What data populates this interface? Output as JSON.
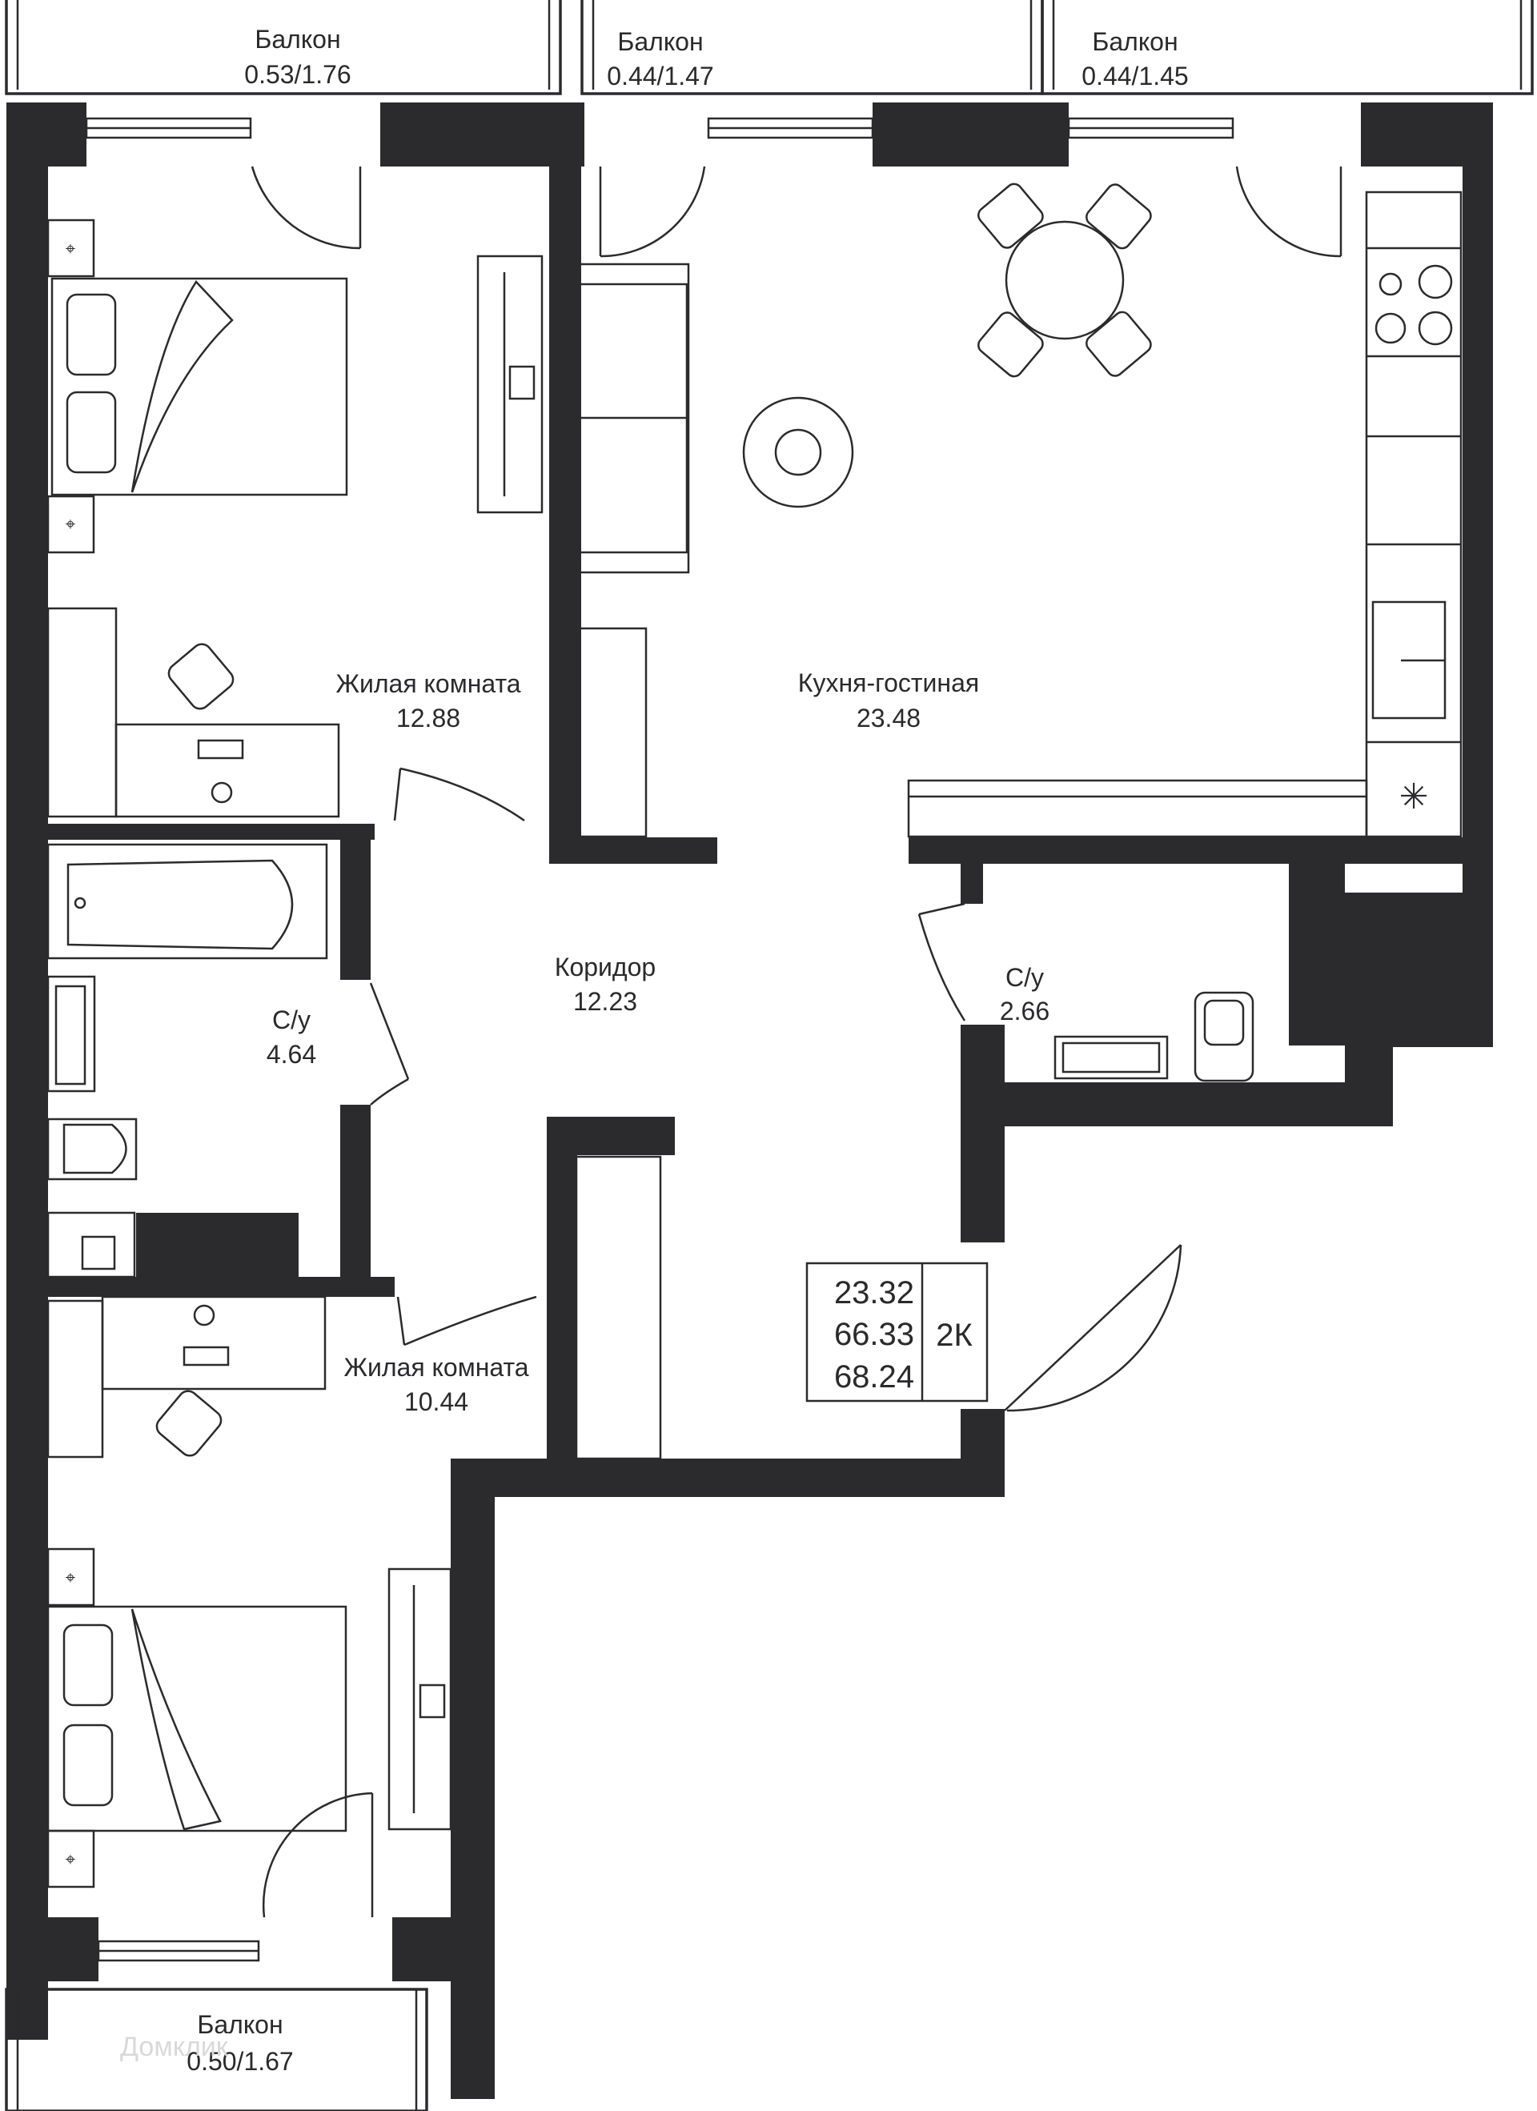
{
  "plan": {
    "rooms": [
      {
        "id": "living-room-1",
        "name": "Жилая комната",
        "area": "12.88"
      },
      {
        "id": "kitchen-living",
        "name": "Кухня-гостиная",
        "area": "23.48"
      },
      {
        "id": "corridor",
        "name": "Коридор",
        "area": "12.23"
      },
      {
        "id": "bathroom-1",
        "name": "С/у",
        "area": "4.64"
      },
      {
        "id": "bathroom-2",
        "name": "С/у",
        "area": "2.66"
      },
      {
        "id": "living-room-2",
        "name": "Жилая комната",
        "area": "10.44"
      }
    ],
    "balconies": [
      {
        "id": "balcony-1",
        "name": "Балкон",
        "area": "0.53/1.76"
      },
      {
        "id": "balcony-2",
        "name": "Балкон",
        "area": "0.44/1.47"
      },
      {
        "id": "balcony-3",
        "name": "Балкон",
        "area": "0.44/1.45"
      },
      {
        "id": "balcony-4",
        "name": "Балкон",
        "area": "0.50/1.67"
      }
    ],
    "summary": {
      "living_area": "23.32",
      "total_area": "66.33",
      "total_with_balconies": "68.24",
      "type": "2К"
    },
    "watermark": "Домклик",
    "colors": {
      "wall": "#2b2b2d",
      "line": "#2b2b2d",
      "background": "#ffffff"
    }
  }
}
